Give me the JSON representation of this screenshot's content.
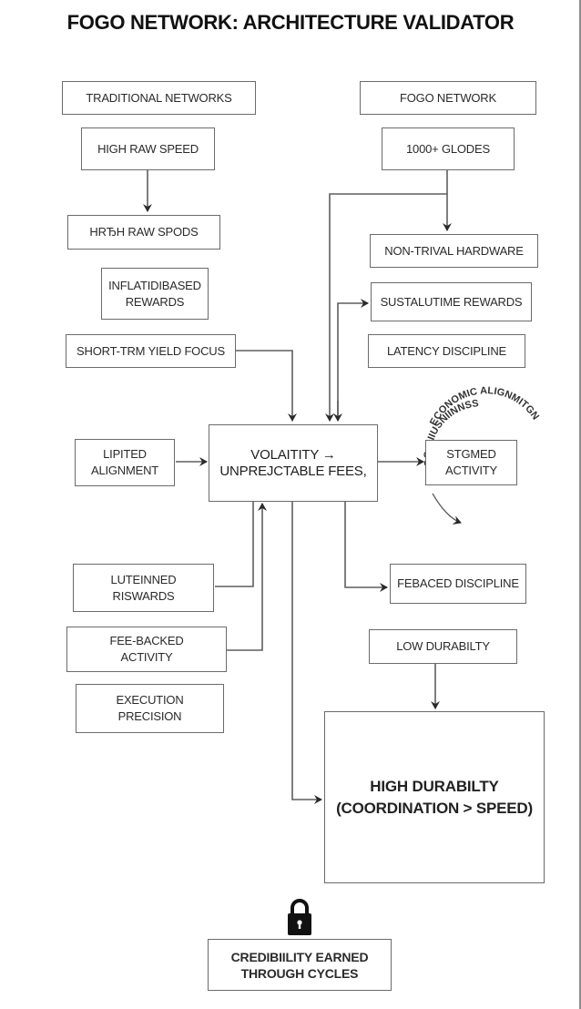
{
  "title": "FOGO NETWORK: ARCHITECTURE VALIDATOR",
  "left_column": {
    "header": "TRADITIONAL NETWORKS",
    "items": [
      "HIGH RAW SPEED",
      "HRЂH RAW SPODS",
      "INFLATIDIBASED\nREWARDS",
      "SHORT-TRM YIELD FOCUS",
      "LIPITED\nALIGNMENT",
      "LUTEINNED\nRISWARDS",
      "FEE-BACKED\nACTIVITY",
      "EXECUTION\nPRECISION"
    ]
  },
  "right_column": {
    "header": "FOGO NETWORK",
    "items": [
      "1000+ GLODES",
      "NON-TRIVAL HARDWARE",
      "SUSTALUTIME REWARDS",
      "LATENCY DISCIPLINE",
      "STGMED\nACTIVITY",
      "FEBACED DISCIPLINE",
      "LOW DURABILTY"
    ]
  },
  "center": {
    "hub": "VOLAITITY →\nUNPREJCTABLE FEES,",
    "outcome": "HIGH DURABILTY\n(COORDINATION > SPEED)"
  },
  "cycle_label_top": "ECONOMIC ALIGNMITGN",
  "cycle_label_bottom": "DOO OIIUSNIINNSS",
  "footer": {
    "icon": "lock-icon",
    "text": "CREDIBIILITY EARNED\nTHROUGH CYCLES"
  }
}
